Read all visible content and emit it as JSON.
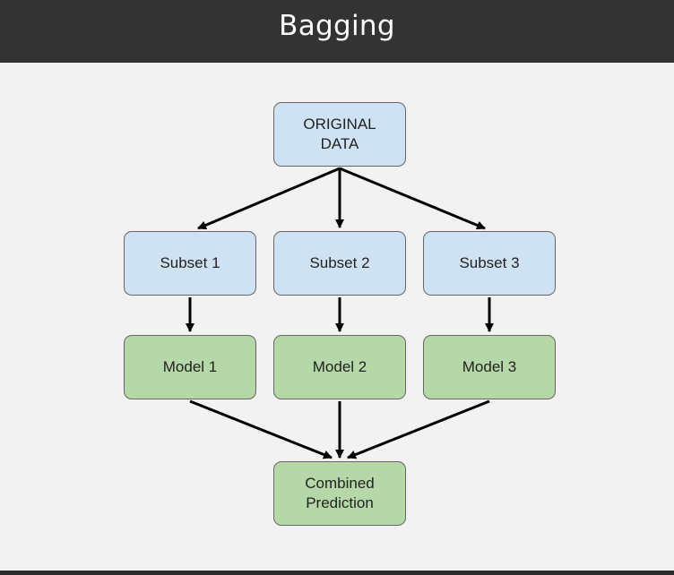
{
  "header": {
    "title": "Bagging"
  },
  "colors": {
    "header_bg": "#333333",
    "page_bg": "#f2f2f2",
    "data_node_fill": "#cfe2f3",
    "model_node_fill": "#b6d7a8",
    "edge": "#000000"
  },
  "diagram": {
    "nodes": {
      "original": "ORIGINAL\nDATA",
      "subset1": "Subset 1",
      "subset2": "Subset 2",
      "subset3": "Subset 3",
      "model1": "Model 1",
      "model2": "Model 2",
      "model3": "Model 3",
      "combined": "Combined\nPrediction"
    },
    "edges": [
      [
        "original",
        "subset1"
      ],
      [
        "original",
        "subset2"
      ],
      [
        "original",
        "subset3"
      ],
      [
        "subset1",
        "model1"
      ],
      [
        "subset2",
        "model2"
      ],
      [
        "subset3",
        "model3"
      ],
      [
        "model1",
        "combined"
      ],
      [
        "model2",
        "combined"
      ],
      [
        "model3",
        "combined"
      ]
    ]
  }
}
